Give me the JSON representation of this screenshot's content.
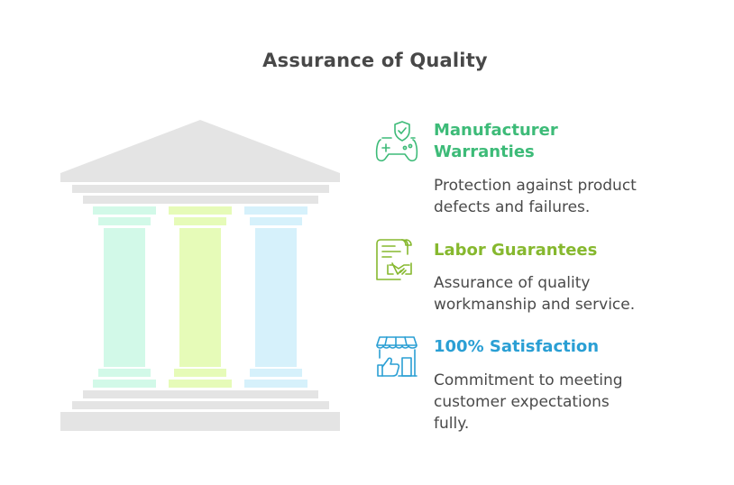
{
  "title": "Assurance of Quality",
  "colors": {
    "pillar_left": "#d2f9e8",
    "pillar_middle": "#e6fbb8",
    "pillar_right": "#d6f1fb",
    "roof_and_base": "#e4e4e4",
    "warranties_accent": "#3dbb78",
    "labor_accent": "#86b82e",
    "satisfaction_accent": "#2a9fd4"
  },
  "items": [
    {
      "title_line1": "Manufacturer",
      "title_line2": "Warranties",
      "desc_line1": "Protection against product",
      "desc_line2": "defects and failures.",
      "icon": "shield-gamepad-icon"
    },
    {
      "title_line1": "Labor Guarantees",
      "desc_line1": "Assurance of quality",
      "desc_line2": "workmanship and service.",
      "icon": "contract-handshake-icon"
    },
    {
      "title_line1": "100% Satisfaction",
      "desc_line1": "Commitment to meeting",
      "desc_line2": "customer expectations",
      "desc_line3": "fully.",
      "icon": "store-thumbs-up-icon"
    }
  ]
}
